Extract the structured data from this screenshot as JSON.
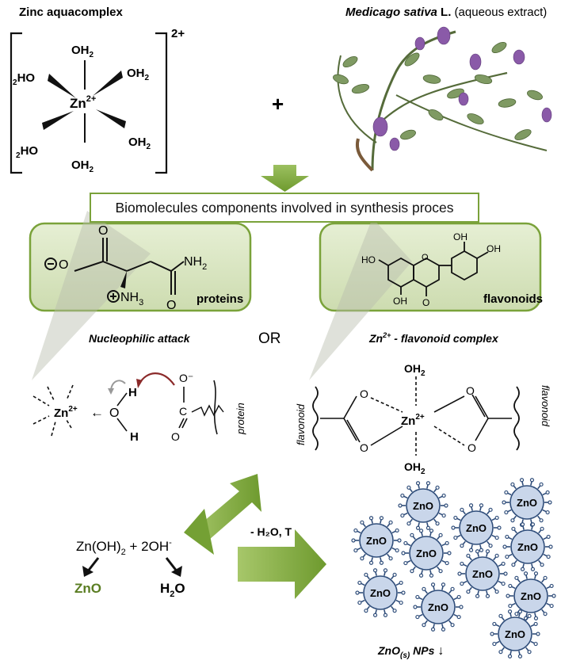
{
  "top": {
    "zinc_title": "Zinc aquacomplex",
    "plant_title_italic": "Medicago sativa",
    "plant_title_bold": " L.",
    "plant_title_rest": " (aqueous extract)",
    "charge": "2+",
    "plus": "+"
  },
  "complex": {
    "center": "Zn",
    "center_charge": "2+",
    "ligand_water": "OH",
    "sub2": "2",
    "pre2": "2",
    "ho": "HO"
  },
  "biomol_box": "Biomolecules components involved in synthesis proces",
  "panels": {
    "proteins_label": "proteins",
    "flavonoids_label": "flavonoids",
    "nh2": "NH",
    "nh3": "NH",
    "sub3": "3",
    "o": "O",
    "oh": "OH",
    "ho": "HO"
  },
  "mechanism": {
    "nucleophilic": "Nucleophilic attack",
    "or": "OR",
    "zn_flav_prefix": "Zn",
    "zn_flav_charge": "2+",
    "zn_flav_suffix": " - flavonoid complex",
    "protein_word": "protein",
    "flavonoid_word": "flavonoid",
    "h": "H",
    "c": "C",
    "o_minus": "O⁻",
    "arrow": "←"
  },
  "bottom": {
    "zn_oh2": "Zn(OH)",
    "sub2": "2",
    "plus_2oh": " + 2OH",
    "minus": "-",
    "zno": "ZnO",
    "h2o_h": "H",
    "h2o_o": "O",
    "condition": "- H₂O, T",
    "particle_label": "ZnO",
    "nps_prefix": "ZnO",
    "nps_sub": "(s)",
    "nps_suffix": " NPs",
    "down_arrow": "↓"
  },
  "colors": {
    "green_arrow": "#7aa23a",
    "panel_fill": "#d9e6c2",
    "panel_border": "#7aa23a",
    "zno_text": "#5a7d22",
    "np_fill": "#c9d6ea",
    "np_border": "#2f4d7a",
    "red_arrow": "#8b2a2a"
  }
}
